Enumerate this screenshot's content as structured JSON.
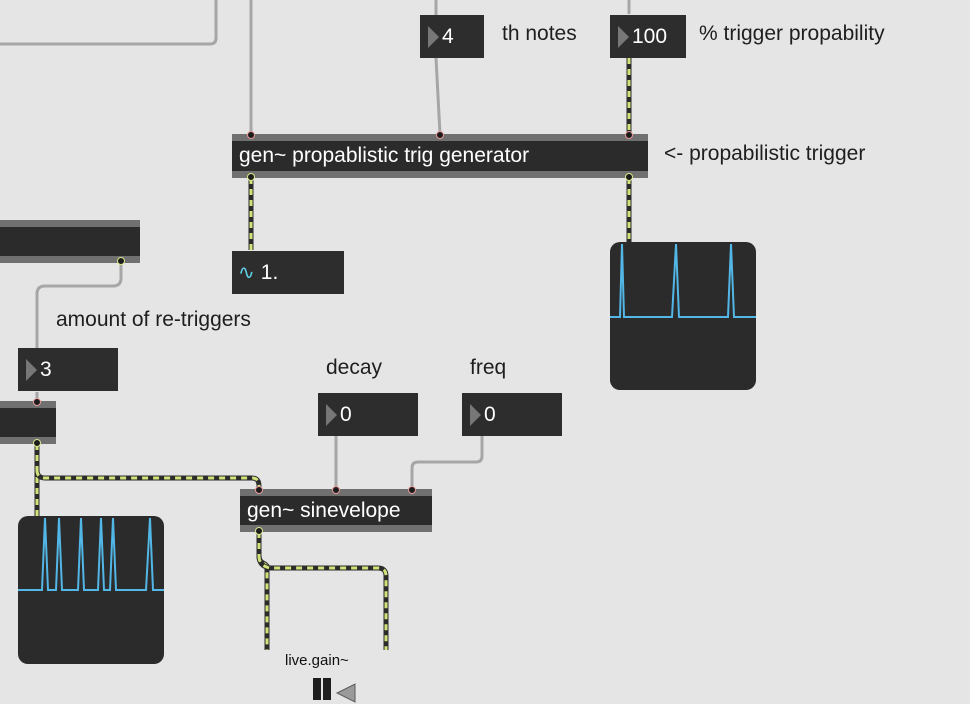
{
  "numbers": {
    "notes": "4",
    "probability": "100",
    "retriggers": "3",
    "decay": "0",
    "freq": "0"
  },
  "labels": {
    "th_notes": "th notes",
    "trigger_probability": "% trigger propability",
    "probabilistic_trigger": "<- propabilistic trigger",
    "amount_retriggers": "amount of re-triggers",
    "decay": "decay",
    "freq": "freq",
    "live_gain": "live.gain~"
  },
  "objects": {
    "trig_generator": "gen~ propablistic trig generator",
    "sinevelope": "gen~ sinevelope",
    "signal_value": "1."
  },
  "colors": {
    "patch_bg": "#e5e5e5",
    "object_bg": "#2d2d2d",
    "signal_cable": "#d4e27a",
    "control_cable": "#a6a6a6",
    "scope_line": "#52b6e6"
  }
}
